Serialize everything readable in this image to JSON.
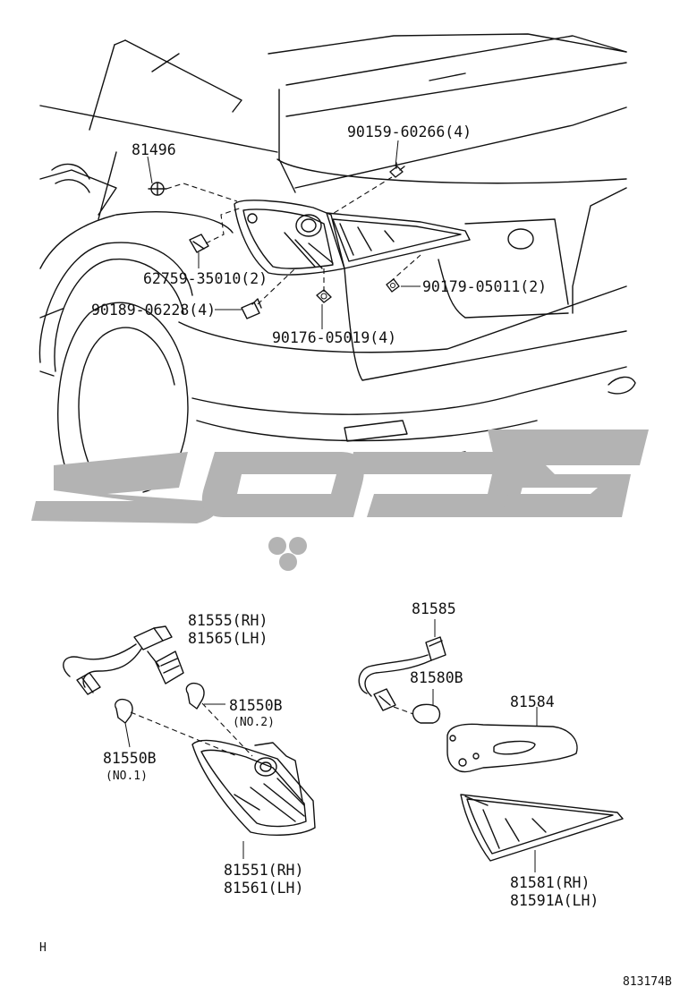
{
  "labels": {
    "p81496": "81496",
    "p90159": "90159-60266(4)",
    "p62759": "62759-35010(2)",
    "p90179": "90179-05011(2)",
    "p90189": "90189-06228(4)",
    "p90176": "90176-05019(4)",
    "p81555": "81555(RH)",
    "p81565": "81565(LH)",
    "p81550b_no2": "81550B",
    "no2": "(NO.2)",
    "p81550b_no1": "81550B",
    "no1": "(NO.1)",
    "p81551": "81551(RH)",
    "p81561": "81561(LH)",
    "p81585": "81585",
    "p81580b": "81580B",
    "p81584": "81584",
    "p81581": "81581(RH)",
    "p81591a": "81591A(LH)"
  },
  "corner_mark": "H",
  "figure_id": "813174B",
  "colors": {
    "line": "#111111",
    "watermark": "#b3b3b3",
    "background": "#ffffff"
  }
}
